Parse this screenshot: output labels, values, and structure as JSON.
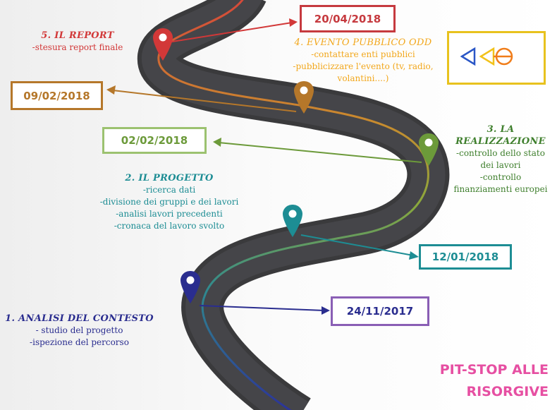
{
  "colors": {
    "road": "#3a3a3c",
    "red": "#d23838",
    "orange": "#f2a71c",
    "brown": "#b5772a",
    "green": "#6c9a3a",
    "teal": "#1d8d94",
    "navy": "#2a2d8f",
    "purple": "#8a5fb5",
    "pink": "#e64fa2",
    "logo_border": "#e8c21e"
  },
  "steps": [
    {
      "id": "step1",
      "title": "1. ANALISI DEL CONTESTO",
      "lines": [
        "- studio del progetto",
        "-ispezione del percorso"
      ],
      "date": "24/11/2017",
      "color": "#2a2d8f"
    },
    {
      "id": "step2",
      "title": "2. IL PROGETTO",
      "lines": [
        "-ricerca dati",
        "-divisione dei gruppi e dei lavori",
        "-analisi lavori precedenti",
        "-cronaca del lavoro svolto"
      ],
      "date": "12/01/2018",
      "color": "#1d8d94"
    },
    {
      "id": "step3",
      "title_lines": [
        "3. LA",
        "REALIZZAZIONE"
      ],
      "lines": [
        "-controllo dello stato",
        "dei lavori",
        "-controllo",
        "finanziamenti europei"
      ],
      "date": "02/02/2018",
      "color": "#6c9a3a"
    },
    {
      "id": "step4",
      "title": "4. EVENTO PUBBLICO ODD",
      "lines": [
        "-contattare enti pubblici",
        "-pubblicizzare l'evento (tv, radio,",
        "volantini....)"
      ],
      "date": "09/02/2018",
      "color": "#b5772a"
    },
    {
      "id": "step5",
      "title": "5. IL REPORT",
      "lines": [
        "-stesura report finale"
      ],
      "date": "20/04/2018",
      "color": "#d23838"
    }
  ],
  "brand": {
    "line1": "PIT-STOP ALLE",
    "line2": "RISORGIVE"
  },
  "icons": {
    "logo": "arrows-circle-logo-icon",
    "marker": "map-pin-icon"
  }
}
